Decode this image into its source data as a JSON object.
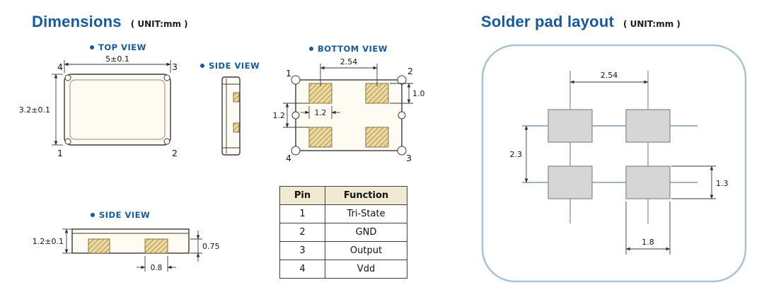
{
  "dimensions_section": {
    "title": "Dimensions",
    "unit": "( UNIT:mm )",
    "top_view": {
      "label": "TOP VIEW",
      "dim_width": "5±0.1",
      "dim_height": "3.2±0.1",
      "pin_top_left": "4",
      "pin_top_right": "3",
      "pin_bottom_left": "1",
      "pin_bottom_right": "2"
    },
    "side_view_right": {
      "label": "SIDE VIEW"
    },
    "bottom_view": {
      "label": "BOTTOM VIEW",
      "dim_pad_pitch": "2.54",
      "dim_pad_height": "1.0",
      "dim_pad_width": "1.2",
      "dim_row_gap": "1.2",
      "pin_top_left": "1",
      "pin_top_right": "2",
      "pin_bottom_left": "4",
      "pin_bottom_right": "3"
    },
    "side_view_bottom": {
      "label": "SIDE VIEW",
      "dim_total_height": "1.2±0.1",
      "dim_pad_height": "0.75",
      "dim_pad_width": "0.8"
    },
    "pin_table": {
      "headers": [
        "Pin",
        "Function"
      ],
      "rows": [
        {
          "pin": "1",
          "function": "Tri-State"
        },
        {
          "pin": "2",
          "function": "GND"
        },
        {
          "pin": "3",
          "function": "Output"
        },
        {
          "pin": "4",
          "function": "Vdd"
        }
      ]
    }
  },
  "solder_pad_section": {
    "title": "Solder pad layout",
    "unit": "( UNIT:mm )",
    "dim_horizontal_pitch": "2.54",
    "dim_vertical_pitch": "2.3",
    "dim_pad_height": "1.3",
    "dim_pad_width": "1.8"
  },
  "colors": {
    "accent_blue": "#15599e",
    "line_dark": "#3a3a3a",
    "pad_fill": "#ecd9a0",
    "pad_hatch_line": "#a08040",
    "table_header_bg": "#f1ead3",
    "panel_border": "#a8c2d6",
    "solder_pad_fill": "#d6d6d6"
  }
}
